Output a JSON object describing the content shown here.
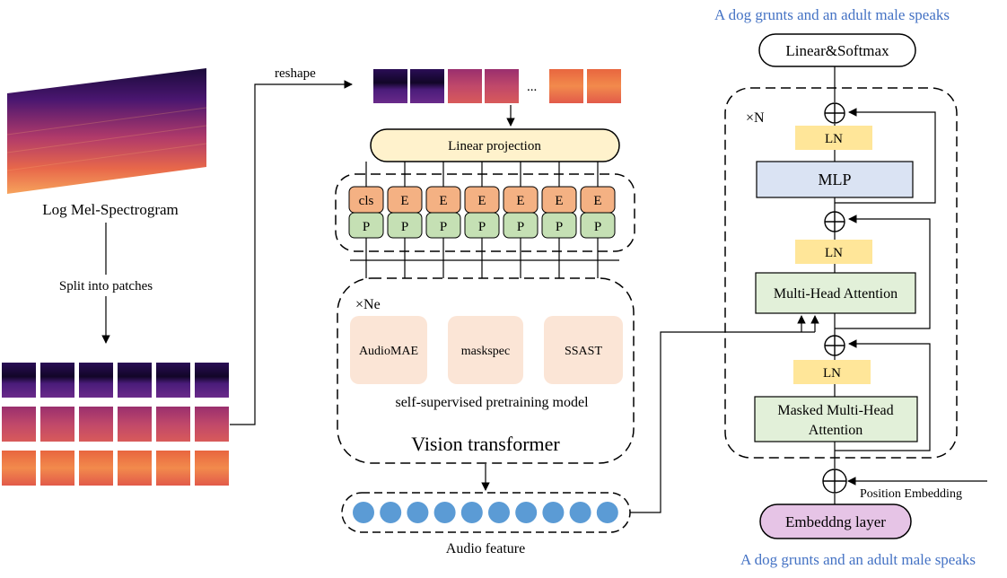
{
  "spectrogram": {
    "label": "Log Mel-Spectrogram",
    "split_label": "Split into patches",
    "reshape_label": "reshape",
    "ellipsis": "..."
  },
  "encoder": {
    "linear_projection": "Linear projection",
    "cls_token": "cls",
    "embed_token": "E",
    "pos_token": "P",
    "repeat": "×Ne",
    "models": [
      "AudioMAE",
      "maskspec",
      "SSAST"
    ],
    "pretraining_caption": "self-supervised pretraining model",
    "title": "Vision transformer",
    "output_label": "Audio feature"
  },
  "decoder": {
    "output_caption": "A dog grunts and an adult male speaks",
    "softmax": "Linear&Softmax",
    "repeat": "×N",
    "ln": "LN",
    "mlp": "MLP",
    "mha": "Multi-Head Attention",
    "masked_mha_line1": "Masked Multi-Head",
    "masked_mha_line2": "Attention",
    "position_embedding": "Position Embedding",
    "embedding_layer": "Embeddng layer",
    "input_caption": "A dog grunts and an adult male speaks"
  },
  "colors": {
    "caption_blue": "#4472c4",
    "token_e": "#f4b183",
    "token_p": "#c5e0b4",
    "linear_proj": "#fff2cc",
    "model_box": "#fbe5d6",
    "feature_dot": "#5b9bd5",
    "ln_box": "#ffe699",
    "mlp_box": "#dae3f3",
    "attention_box": "#e2f0d9",
    "embedding_box": "#e6c4e6"
  }
}
